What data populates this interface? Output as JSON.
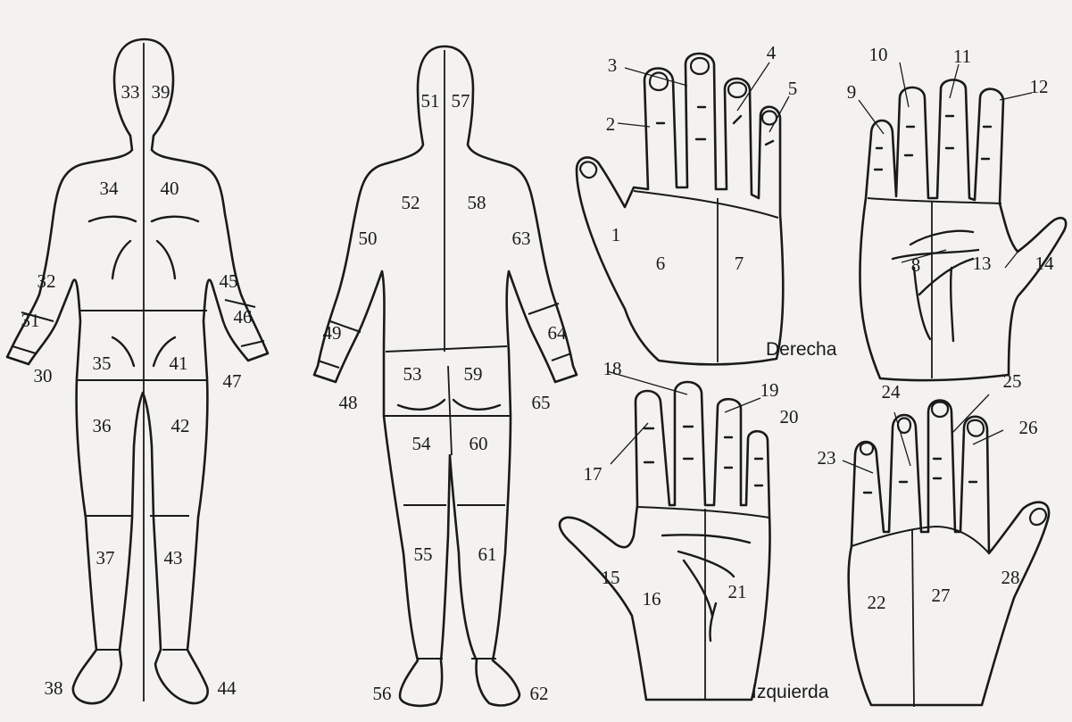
{
  "labels": {
    "front_body": [
      "33",
      "39",
      "34",
      "40",
      "32",
      "45",
      "31",
      "46",
      "30",
      "35",
      "41",
      "47",
      "36",
      "42",
      "37",
      "43",
      "38",
      "44"
    ],
    "back_body": [
      "51",
      "57",
      "52",
      "58",
      "50",
      "63",
      "49",
      "64",
      "48",
      "53",
      "59",
      "65",
      "54",
      "60",
      "55",
      "61",
      "56",
      "62"
    ],
    "right_hand_back": [
      "1",
      "2",
      "3",
      "4",
      "5",
      "6",
      "7"
    ],
    "right_hand_palm": [
      "8",
      "9",
      "10",
      "11",
      "12",
      "13",
      "14"
    ],
    "left_hand_palm": [
      "15",
      "16",
      "17",
      "18",
      "19",
      "20",
      "21"
    ],
    "left_hand_back": [
      "22",
      "23",
      "24",
      "25",
      "26",
      "27",
      "28"
    ]
  },
  "captions": {
    "right": "Derecha",
    "left": "Izquierda"
  }
}
